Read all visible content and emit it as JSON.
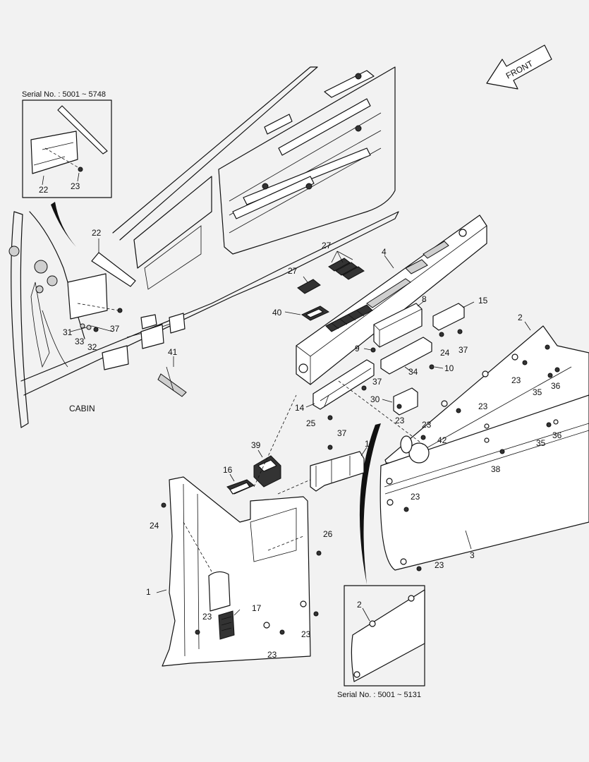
{
  "insets": {
    "top_serial": "Serial No. : 5001 ~ 5748",
    "bottom_serial": "Serial No. : 5001 ~ 5131"
  },
  "direction_label": "FRONT",
  "cabin_label": "CABIN",
  "callouts": {
    "c1": "1",
    "c2": "2",
    "c2b": "2",
    "c3": "3",
    "c4": "4",
    "c8": "8",
    "c9": "9",
    "c10": "10",
    "c14": "14",
    "c15": "15",
    "c16": "16",
    "c17": "17",
    "c18": "18",
    "c22a": "22",
    "c22b": "22",
    "c23a": "23",
    "c23b": "23",
    "c23c": "23",
    "c23d": "23",
    "c23e": "23",
    "c23f": "23",
    "c23g": "23",
    "c23h": "23",
    "c23i": "23",
    "c23j": "23",
    "c23k": "23",
    "c24a": "24",
    "c24b": "24",
    "c25": "25",
    "c26": "26",
    "c27a": "27",
    "c27b": "27",
    "c30": "30",
    "c31": "31",
    "c32": "32",
    "c33": "33",
    "c34": "34",
    "c35a": "35",
    "c35b": "35",
    "c36a": "36",
    "c36b": "36",
    "c37a": "37",
    "c37b": "37",
    "c37c": "37",
    "c37d": "37",
    "c38": "38",
    "c39": "39",
    "c40": "40",
    "c41": "41",
    "c42": "42"
  }
}
